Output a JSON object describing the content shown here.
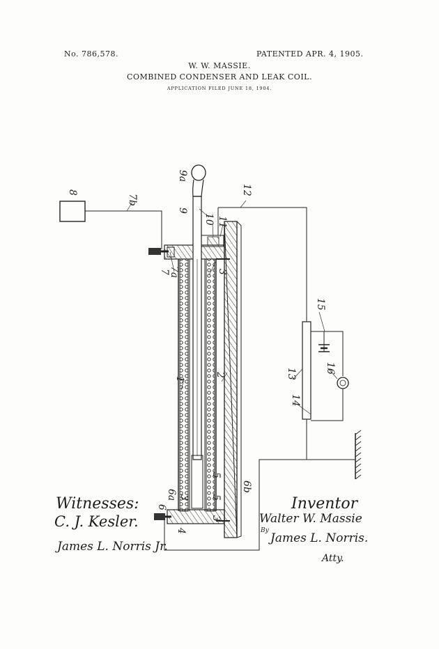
{
  "header": {
    "patent_number": "No. 786,578.",
    "patent_date": "PATENTED APR. 4, 1905.",
    "inventor": "W. W. MASSIE.",
    "title": "COMBINED CONDENSER AND LEAK COIL.",
    "application": "APPLICATION FILED JUNE 18, 1904."
  },
  "figure_labels": {
    "l1": "1",
    "l2": "2",
    "l3a": "3",
    "l3b": "3",
    "l3c": "3",
    "l4": "4",
    "l5a": "5",
    "l5b": "5",
    "l6": "6",
    "l6a": "6a",
    "l6b": "6b",
    "l7": "7",
    "l7a": "7a",
    "l7b": "7b",
    "l8": "8",
    "l9": "9",
    "l9a": "9a",
    "l10": "10",
    "l11": "11",
    "l12": "12",
    "l13": "13",
    "l14": "14",
    "l15": "15",
    "l16": "16"
  },
  "signatures": {
    "witnesses_label": "Witnesses:",
    "witness_1": "C. J. Kesler.",
    "witness_2": "James L. Norris Jr.",
    "inventor_label": "Inventor",
    "inventor_sig": "Walter W. Massie",
    "by": "By",
    "attorney": "James L. Norris.",
    "atty": "Atty."
  }
}
